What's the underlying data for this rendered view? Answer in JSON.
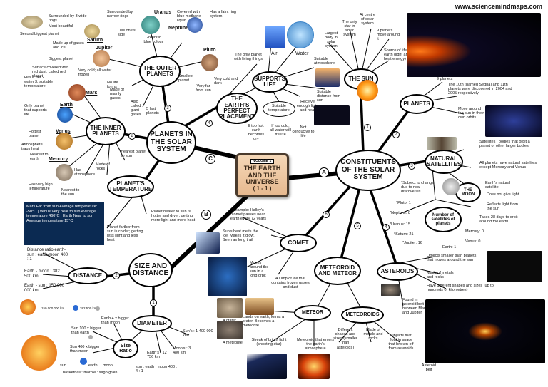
{
  "url": "www.sciencemindmaps.com",
  "center": {
    "volume": "VOLUME 1",
    "title": "THE EARTH AND THE UNIVERSE",
    "sub": "( 1 - 1 )"
  },
  "branch_letters": {
    "a": "A",
    "b": "B",
    "c": "C"
  },
  "nodes": {
    "constituents": "CONSTITUENTS OF THE SOLAR SYSTEM",
    "planets_ss": "PLANETS IN THE SOLAR SYSTEM",
    "outer": "THE OUTER PLANETS",
    "inner": "THE INNER PLANETS",
    "temperature": "PLANET'S TEMPERATURE",
    "perfect": "THE EARTH'S PERFECT PLACEMENT",
    "supports": "SUPPORTS LIFE",
    "sun": "THE SUN",
    "planets": "PLANETS",
    "satellites": "NATURAL SATELLITES",
    "moon": "THE MOON",
    "num_sat": "Number of satellites of planets",
    "asteroids": "ASTEROIDS",
    "comet": "COMET",
    "meteoroid_meteor": "METEOROID AND METEOR",
    "meteor": "METEOR",
    "meteoroids": "METEOROIDS",
    "size_distance": "SIZE AND DISTANCE",
    "distance": "DISTANCE",
    "diameter": "DIAMETER",
    "size_ratio": "Size Ratio"
  },
  "texts": {
    "surround3": "Surrounded by 3 wide rings",
    "most_beautiful": "Most beautiful",
    "second_biggest": "Second biggest planet",
    "saturn": "Saturn",
    "surround_narrow": "Surrounded by narrow rings",
    "uranus": "Uranus",
    "lies_side": "Lies on its side",
    "greenish": "Greenish blue colour",
    "neptune": "Neptune",
    "methane": "Covered with blue methane liquid",
    "faint_ring": "Has a faint ring system",
    "gases_ice": "Made up of gases and ice",
    "jupiter": "Jupiter",
    "biggest": "Biggest planet",
    "pluto": "Pluto",
    "smallest": "Smallest planet",
    "very_far": "Very far from sun",
    "very_cold_dark": "Very cold and dark",
    "surface_red": "Surface covered with red dust; called red planet",
    "very_cold_ice": "Very cold; all water frozen",
    "no_life": "No life forms",
    "mars": "Mars",
    "made_gases": "Made of mainly gases",
    "also_called": "Also called giant gases",
    "five_last": "5 last planets",
    "has_air": "Has 1. air 2. water 3. suitable temperature",
    "earth": "Earth",
    "only_life": "Only planet that supports life",
    "hottest": "Hottest planet",
    "venus": "Venus",
    "atmos_traps": "Atmosphere traps heat",
    "nearest_earth": "Nearest to earth",
    "mercury": "Mercury",
    "has_atmos": "Has atmosphere",
    "made_rocks": "Made of rocks",
    "nearest_sun_c": "nearest planet to sun",
    "very_high": "Has very high temperature",
    "nearest_sun": "Nearest to the sun",
    "infobox": "Mars Far from sun Average temperature: -50°C | Venus Very near to sun Average temperature 460°C | Earth Near to sun Average temperature 15°C",
    "planet_nearer": "Planet nearer to sun is hotter and dryer, getting more light and more heat",
    "planet_farther": "Planet farther from sun is colder; getting less light and less heat",
    "only_planet_living": "The only planet with living things",
    "air": "Air",
    "water": "Water",
    "suitable_atmos": "Suitable atmosphere",
    "suitable_temp": "Suitable temperature",
    "too_hot": "If too hot: earth becomes dry",
    "too_cold": "If too cold; all water will freeze",
    "receive_light": "Receive enough light and heat",
    "not_conducive": "Not conducive to life",
    "suitable_distance": "Suitable distance from sun",
    "largest_body": "Largest body in solar system",
    "only_star": "The only star in solar system",
    "at_centre": "At centre of solar system",
    "nine_planets": "9 planets move around it",
    "source_life": "Source of life on earth (light and heat energy)",
    "p9": "9 planets",
    "tenth": "The 10th (named Sedna) and 11th planets were discovered in 2004 and 2005 respectively",
    "move_sun": "Move around the sun in their own orbits",
    "sat_bodies": "Satellites : bodies that orbit a planet or other larger bodies",
    "all_planets": "All planets have natural satellites except Mercury and Venus",
    "subject_change": "*Subject to change due to new discoveries",
    "earths_natural": "Earth's natural satellite",
    "no_light": "Does not give light",
    "reflects": "Reflects light from the sun",
    "takes28": "Takes 28 days to orbit around the earth",
    "pluto_n": "*Pluto: 1",
    "neptune_n": "*Neptune: 8",
    "uranus_n": "*Uranus: 15",
    "saturn_n": "*Saturn: 21",
    "jupiter_n": "*Jupiter: 16",
    "mercury_n": "Mercury: 0",
    "venus_n": "Venus: 0",
    "earth_n": "Earth: 1",
    "objects_smaller": "Objects smaller than planets that moves around the sun",
    "metals_rocks": "Made of metals and rocks",
    "diff_shapes": "Have different shapes and sizes (up to hundreds of kilometres)",
    "found_belt": "Found in asteroid belt between Mars and Jupiter",
    "asteroid_belt": "Asteroid belt",
    "halley": "Example: Halley's comet passes near earth every 72 years",
    "suns_heat": "Sun's heat melts the ice. Makes it glow. Seen as long trail",
    "lump_ice": "A lump of ice that contains frozen gases and dust",
    "moves_orbit": "Moves around the sun in a long orbit",
    "crater": "A crater",
    "lands_earth": "Lands on earth, forms a crater, Becomes a meteorite.",
    "meteorite": "A meteorite",
    "streak": "Streak of bright light (shooting star)",
    "enters_atmos": "Meteoroid that enters the earth's atmosphere",
    "diff_shapes2": "Different shapes and sizes (smaller than asteroids)",
    "made_metals_rocks": "Made of metals and rocks",
    "objects_float": "Objects that float in space that broken off from asteroids",
    "distance_ratio": "Distance ratio earth-sun : earth-moon 400 : 1",
    "earth_moon": "Earth - moon : 382 500 km",
    "earth_sun": "Earth - sun : 150 000 000 km",
    "dist_150": "150 000 000 km",
    "dist_382": "382 500 km",
    "sun100": "Sun 100 x bigger than earth",
    "sun400": "Sun 400 x bigger than moon",
    "earth4": "Earth 4 x bigger than moon",
    "suns_d": "Sun's : 1 400 000 km",
    "earths_d": "Earth's : 12 756 km",
    "moons_d": "Moon's : 3 480 km",
    "ratio_line": "sun : earth : moon 400 : 4 : 1",
    "basketball": "basketball : marble : sago grain",
    "sun_lbl": "sun",
    "earth_lbl": "earth",
    "moon_lbl": "moon"
  },
  "colors": {
    "accent": "#000000",
    "center_bg": "#e7b98f"
  }
}
